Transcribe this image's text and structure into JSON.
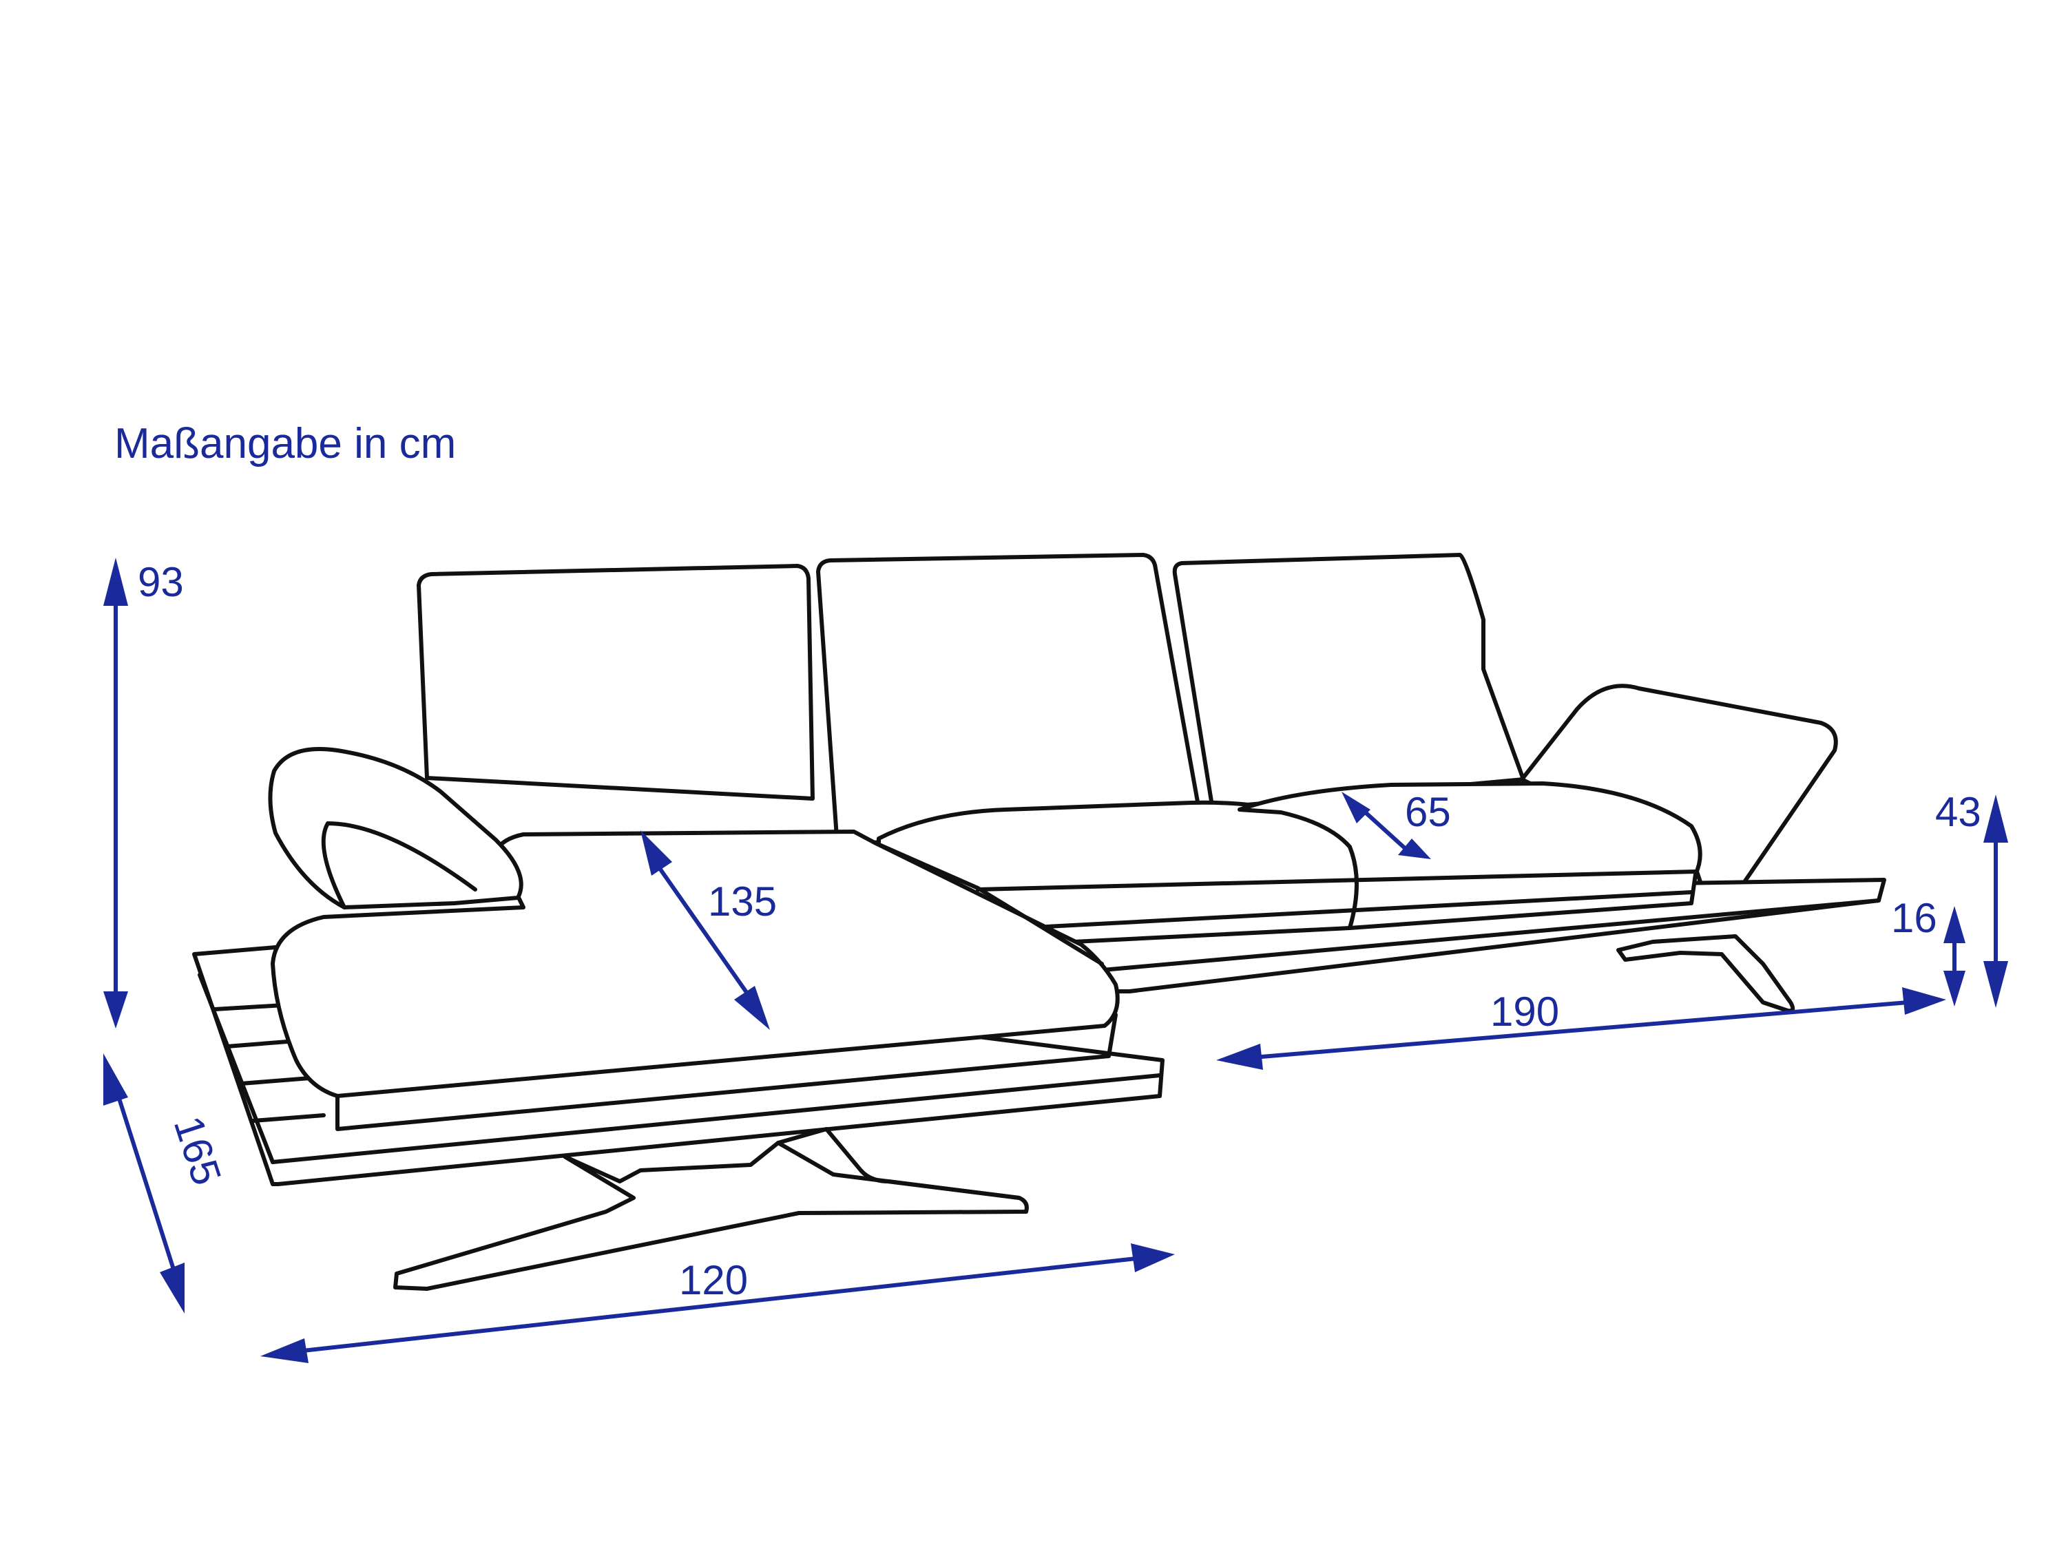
{
  "heading": "Maßangabe in cm",
  "colors": {
    "dimension": "#1a2a9a",
    "outline": "#111111",
    "background": "#ffffff"
  },
  "dimensions": {
    "total_height": "93",
    "depth": "165",
    "chaise_width": "120",
    "chaise_seat_depth": "135",
    "seat_depth": "65",
    "sofa_width": "190",
    "seat_height": "43",
    "platform_height": "16"
  }
}
